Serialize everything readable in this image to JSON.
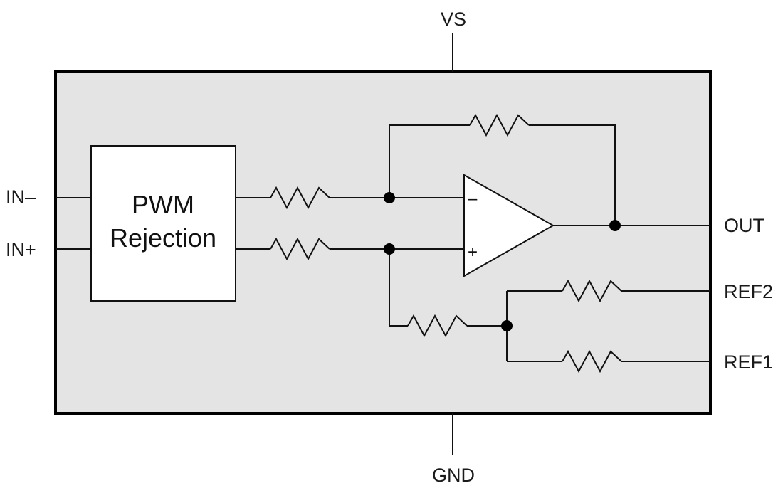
{
  "pins": {
    "vs": "VS",
    "gnd": "GND",
    "in_minus": "IN–",
    "in_plus": "IN+",
    "out": "OUT",
    "ref2": "REF2",
    "ref1": "REF1"
  },
  "block": {
    "line1": "PWM",
    "line2": "Rejection"
  },
  "opamp": {
    "minus": "–",
    "plus": "+"
  },
  "colors": {
    "package_fill": "#e4e4e4",
    "block_fill": "#ffffff",
    "line": "#111111"
  }
}
